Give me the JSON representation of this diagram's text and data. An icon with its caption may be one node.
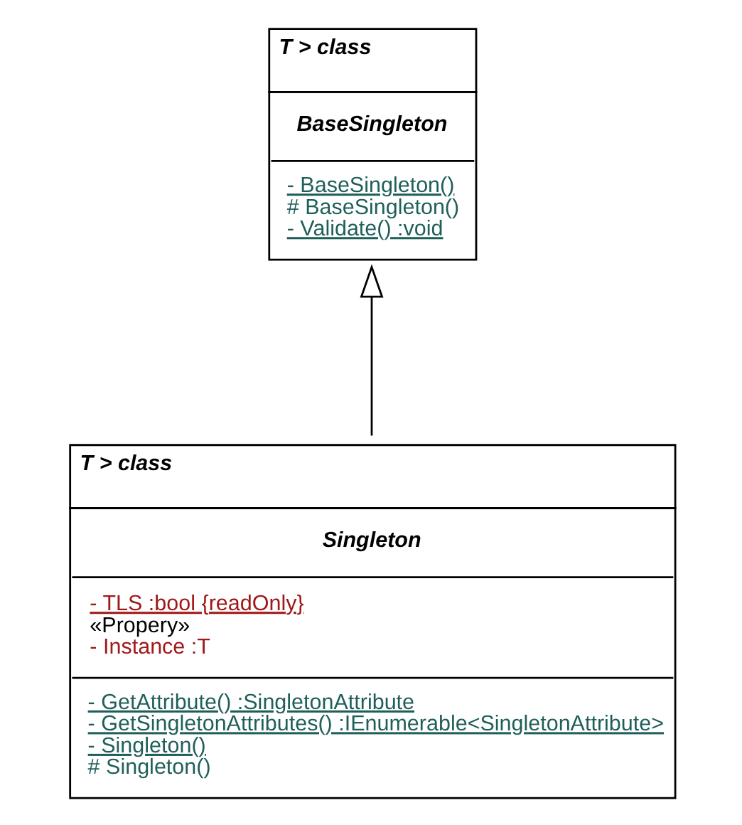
{
  "diagram": {
    "nodes": [
      {
        "text": [
          "T > class",
          "BaseSingleton",
          "- BaseSingleton()",
          "# BaseSingleton()",
          "- Validate() :void"
        ]
      },
      {
        "text": [
          "T > class",
          "Singleton",
          "- TLS :bool {readOnly}",
          "«Propery»",
          "- Instance :T",
          "- GetAttribute() :SingletonAttribute",
          "- GetSingletonAttributes() :IEnumerable<SingletonAttribute>",
          "- Singleton()",
          "# Singleton()"
        ]
      }
    ],
    "edges": [
      {
        "from": 1,
        "to": 0,
        "arrow": "to"
      }
    ]
  }
}
